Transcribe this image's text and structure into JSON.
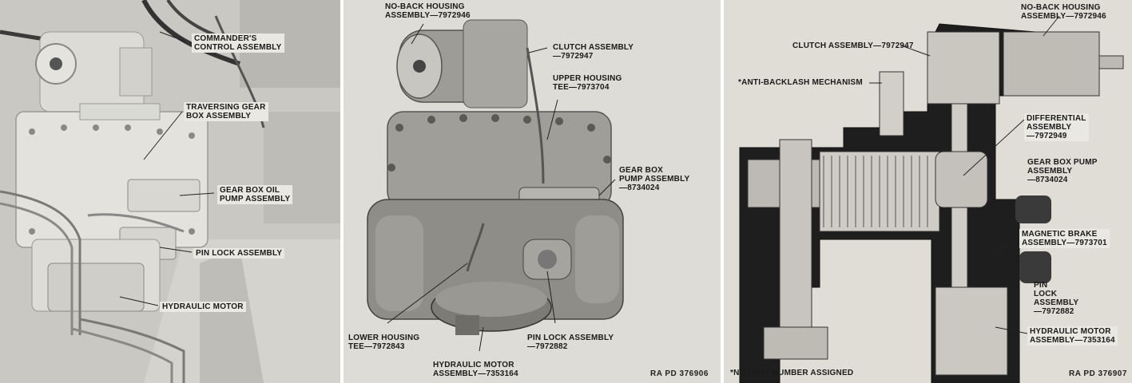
{
  "figures": [
    {
      "labels": {
        "commanders_control": "COMMANDER'S\nCONTROL ASSEMBLY",
        "traversing_gear_box": "TRAVERSING GEAR\nBOX ASSEMBLY",
        "gear_box_oil_pump": "GEAR BOX OIL\nPUMP ASSEMBLY",
        "pin_lock": "PIN LOCK ASSEMBLY",
        "hydraulic_motor": "HYDRAULIC MOTOR"
      }
    },
    {
      "labels": {
        "no_back_housing": "NO-BACK HOUSING\nASSEMBLY—7972946",
        "clutch": "CLUTCH ASSEMBLY\n—7972947",
        "upper_housing_tee": "UPPER HOUSING\nTEE—7973704",
        "gear_box_pump": "GEAR BOX\nPUMP ASSEMBLY\n—8734024",
        "lower_housing_tee": "LOWER HOUSING\nTEE—7972843",
        "pin_lock": "PIN LOCK ASSEMBLY\n—7972882",
        "hydraulic_motor": "HYDRAULIC MOTOR\nASSEMBLY—7353164",
        "ra_pd": "RA PD 376906"
      }
    },
    {
      "labels": {
        "clutch": "CLUTCH ASSEMBLY—7972947",
        "no_back_housing": "NO-BACK HOUSING\nASSEMBLY—7972946",
        "anti_backlash": "*ANTI-BACKLASH MECHANISM",
        "differential": "DIFFERENTIAL\nASSEMBLY\n—7972949",
        "gear_box_pump": "GEAR BOX PUMP\nASSEMBLY\n—8734024",
        "magnetic_brake": "MAGNETIC BRAKE\nASSEMBLY—7973701",
        "pin_lock": "PIN\nLOCK\nASSEMBLY\n—7972882",
        "hydraulic_motor": "HYDRAULIC MOTOR\nASSEMBLY—7353164",
        "footnote": "*NO PART NUMBER ASSIGNED",
        "ra_pd": "RA PD 376907"
      }
    }
  ]
}
